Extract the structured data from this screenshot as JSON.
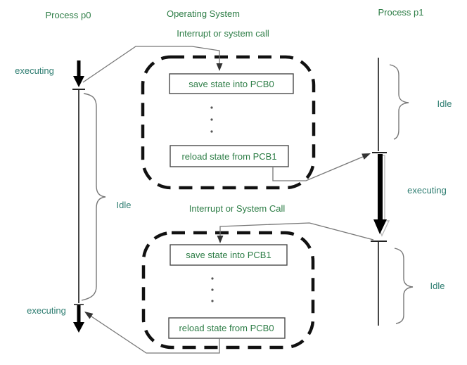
{
  "diagram": {
    "columns": {
      "p0": "Process p0",
      "os": "Operating System",
      "p1": "Process p1"
    },
    "events": {
      "interrupt_top": "Interrupt or system call",
      "interrupt_bottom": "Interrupt or System Call"
    },
    "os_boxes": {
      "save_pcb0": "save state into PCB0",
      "reload_pcb1": "reload state from PCB1",
      "save_pcb1": "save state into PCB1",
      "reload_pcb0": "reload state from PCB0"
    },
    "p0_states": {
      "top": "executing",
      "middle": "Idle",
      "bottom": "executing"
    },
    "p1_states": {
      "top": "Idle",
      "middle": "executing",
      "bottom": "Idle"
    },
    "ellipsis": "dots",
    "colors": {
      "label_green": "#2d7d46",
      "state_teal": "#2e7d71",
      "ink": "#111111",
      "line_gray": "#777777",
      "timeline": "#333333"
    }
  }
}
